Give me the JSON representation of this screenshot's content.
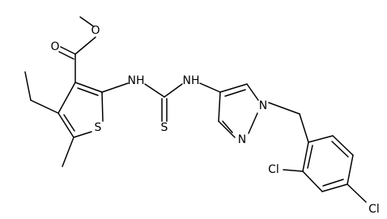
{
  "diagram": {
    "type": "chemical-structure",
    "atom_labels": {
      "ester_oxygen": "O",
      "carbonyl_oxygen": "O",
      "ring_sulfur": "S",
      "nh_left": "NH",
      "nh_right": "NH",
      "thione_sulfur": "S",
      "pyrazole_n1": "N",
      "pyrazole_n2": "N",
      "chlorine_ortho": "Cl",
      "chlorine_para": "Cl"
    }
  }
}
